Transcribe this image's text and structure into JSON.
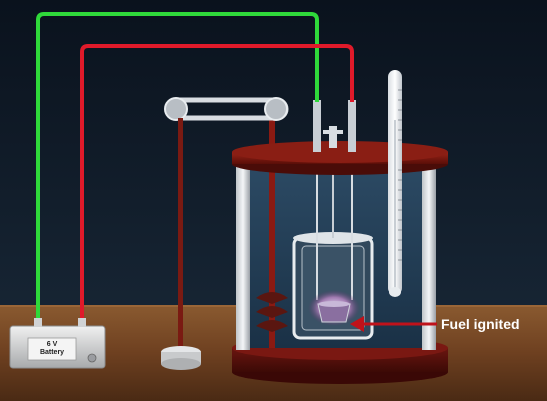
{
  "battery": {
    "voltage_label": "6 V",
    "name_label": "Battery"
  },
  "annotation": {
    "label": "Fuel ignited",
    "arrow_color": "#c0121a"
  },
  "colors": {
    "positive_wire": "#e01a2a",
    "negative_wire": "#2fd93a",
    "calorimeter_lid": "#7a140e",
    "background": "#0b1420",
    "table": "#7a4a26"
  },
  "icons": {
    "thermometer": "thermometer-icon",
    "stirrer": "stirrer-icon",
    "battery": "battery-icon"
  }
}
